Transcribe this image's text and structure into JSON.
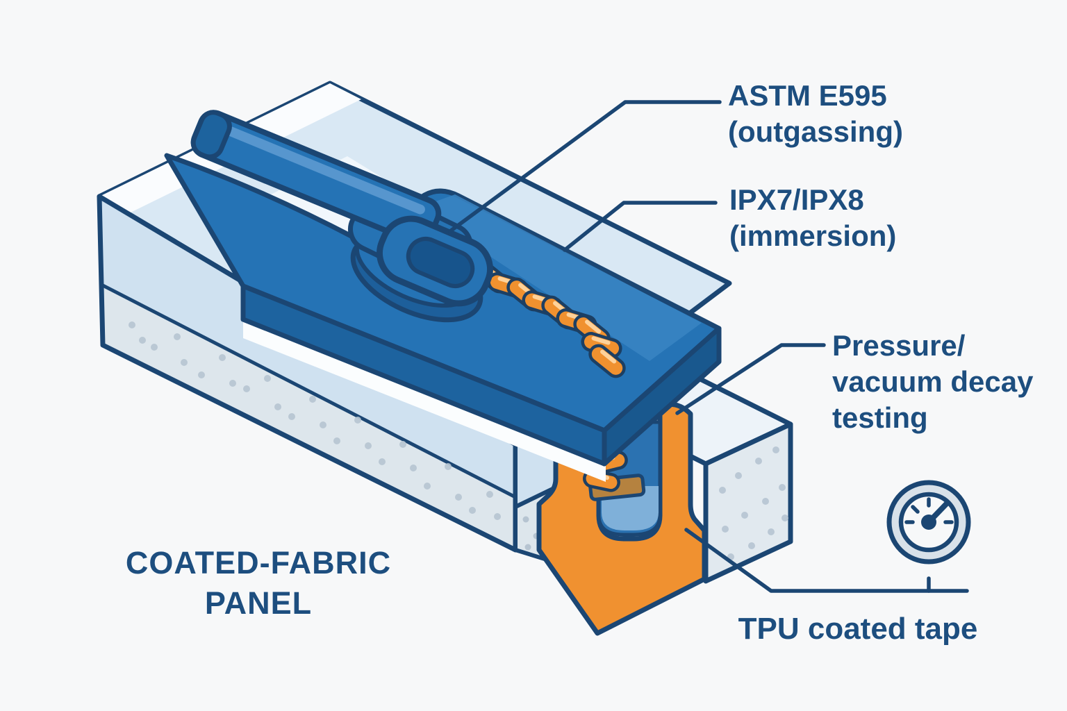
{
  "diagram": {
    "background_color": "#f7f8f9",
    "outline_color": "#1b4673",
    "text_color": "#1d4e7f",
    "accent_orange": "#f09130",
    "flap_blue": "#2573b5",
    "panel_light_blue": "#d9e8f4",
    "stipple_gray": "#dde6ec",
    "labels": {
      "astm_line1": "ASTM E595",
      "astm_line2": "(outgassing)",
      "ipx_line1": "IPX7/IPX8",
      "ipx_line2": "(immersion)",
      "pressure_line1": "Pressure/",
      "pressure_line2": "vacuum decay",
      "pressure_line3": "testing",
      "tpu": "TPU coated tape",
      "panel_line1": "COATED-FABRIC",
      "panel_line2": "PANEL"
    },
    "icons": {
      "gauge": "pressure-gauge-icon"
    }
  }
}
